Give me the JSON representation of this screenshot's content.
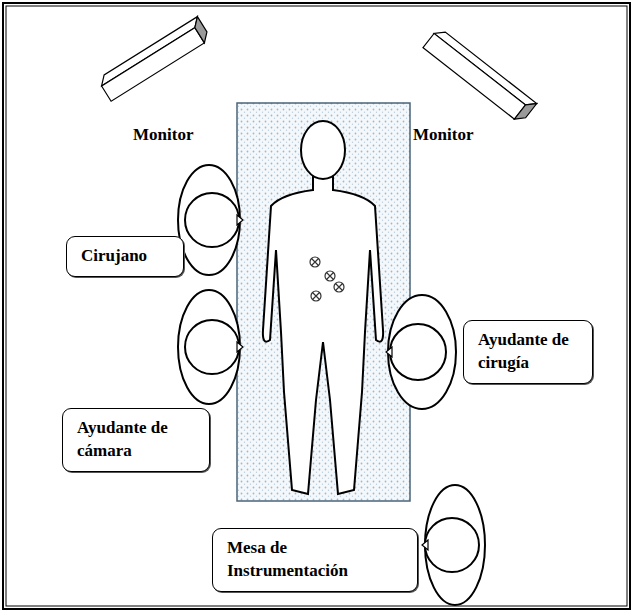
{
  "diagram": {
    "nodes": [
      {
        "text": [
          "Cirujano"
        ]
      },
      {
        "text": [
          "Ayudante de cirugía"
        ]
      },
      {
        "text": [
          "Ayudante de cámara"
        ]
      },
      {
        "text": [
          "Mesa de Instrumentación"
        ]
      }
    ],
    "labels": [
      "Monitor",
      "Monitor"
    ]
  }
}
